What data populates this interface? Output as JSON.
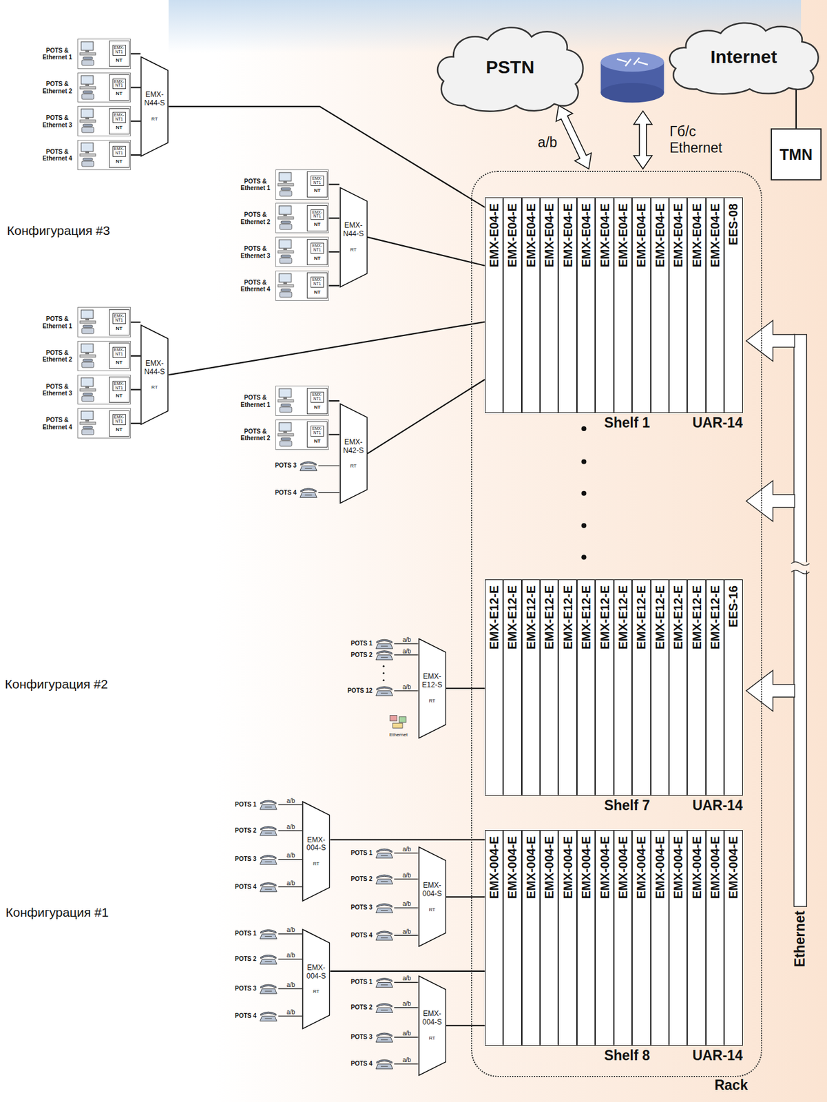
{
  "diagram": {
    "nodes": [
      {
        "text": [
          "PSTN"
        ]
      },
      {
        "text": [
          "Internet"
        ]
      },
      {
        "text": [
          "TMN"
        ]
      },
      {
        "text": [
          "Rack"
        ]
      },
      {
        "text": [
          "Shelf 1",
          "UAR-14"
        ],
        "in": 3
      },
      {
        "text": [
          "EMX-E04-E"
        ],
        "in": 4
      },
      {
        "text": [
          "EMX-E04-E"
        ],
        "in": 4
      },
      {
        "text": [
          "EMX-E04-E"
        ],
        "in": 4
      },
      {
        "text": [
          "EMX-E04-E"
        ],
        "in": 4
      },
      {
        "text": [
          "EMX-E04-E"
        ],
        "in": 4
      },
      {
        "text": [
          "EMX-E04-E"
        ],
        "in": 4
      },
      {
        "text": [
          "EMX-E04-E"
        ],
        "in": 4
      },
      {
        "text": [
          "EMX-E04-E"
        ],
        "in": 4
      },
      {
        "text": [
          "EMX-E04-E"
        ],
        "in": 4
      },
      {
        "text": [
          "EMX-E04-E"
        ],
        "in": 4
      },
      {
        "text": [
          "EMX-E04-E"
        ],
        "in": 4
      },
      {
        "text": [
          "EMX-E04-E"
        ],
        "in": 4
      },
      {
        "text": [
          "EMX-E04-E"
        ],
        "in": 4
      },
      {
        "text": [
          "EES-08"
        ],
        "in": 4
      },
      {
        "text": [
          "Shelf 7",
          "UAR-14"
        ],
        "in": 3
      },
      {
        "text": [
          "EMX-E12-E"
        ],
        "in": 19
      },
      {
        "text": [
          "EMX-E12-E"
        ],
        "in": 19
      },
      {
        "text": [
          "EMX-E12-E"
        ],
        "in": 19
      },
      {
        "text": [
          "EMX-E12-E"
        ],
        "in": 19
      },
      {
        "text": [
          "EMX-E12-E"
        ],
        "in": 19
      },
      {
        "text": [
          "EMX-E12-E"
        ],
        "in": 19
      },
      {
        "text": [
          "EMX-E12-E"
        ],
        "in": 19
      },
      {
        "text": [
          "EMX-E12-E"
        ],
        "in": 19
      },
      {
        "text": [
          "EMX-E12-E"
        ],
        "in": 19
      },
      {
        "text": [
          "EMX-E12-E"
        ],
        "in": 19
      },
      {
        "text": [
          "EMX-E12-E"
        ],
        "in": 19
      },
      {
        "text": [
          "EMX-E12-E"
        ],
        "in": 19
      },
      {
        "text": [
          "EMX-E12-E"
        ],
        "in": 19
      },
      {
        "text": [
          "EES-16"
        ],
        "in": 19
      },
      {
        "text": [
          "Shelf 8",
          "UAR-14"
        ],
        "in": 3
      },
      {
        "text": [
          "EMX-004-E"
        ],
        "in": 34
      },
      {
        "text": [
          "EMX-004-E"
        ],
        "in": 34
      },
      {
        "text": [
          "EMX-004-E"
        ],
        "in": 34
      },
      {
        "text": [
          "EMX-004-E"
        ],
        "in": 34
      },
      {
        "text": [
          "EMX-004-E"
        ],
        "in": 34
      },
      {
        "text": [
          "EMX-004-E"
        ],
        "in": 34
      },
      {
        "text": [
          "EMX-004-E"
        ],
        "in": 34
      },
      {
        "text": [
          "EMX-004-E"
        ],
        "in": 34
      },
      {
        "text": [
          "EMX-004-E"
        ],
        "in": 34
      },
      {
        "text": [
          "EMX-004-E"
        ],
        "in": 34
      },
      {
        "text": [
          "EMX-004-E"
        ],
        "in": 34
      },
      {
        "text": [
          "EMX-004-E"
        ],
        "in": 34
      },
      {
        "text": [
          "EMX-004-E"
        ],
        "in": 34
      },
      {
        "text": [
          "EMX-004-E"
        ],
        "in": 34
      },
      {
        "text": [
          "EMX-N44-S",
          "RT"
        ]
      },
      {
        "text": [
          "POTS & Ethernet 1"
        ]
      },
      {
        "text": [
          "EMX-NT1",
          "NT"
        ],
        "in": 50
      },
      {
        "text": [
          "POTS & Ethernet 2"
        ]
      },
      {
        "text": [
          "EMX-NT1",
          "NT"
        ],
        "in": 52
      },
      {
        "text": [
          "POTS & Ethernet 3"
        ]
      },
      {
        "text": [
          "EMX-NT1",
          "NT"
        ],
        "in": 54
      },
      {
        "text": [
          "POTS & Ethernet 4"
        ]
      },
      {
        "text": [
          "EMX-NT1",
          "NT"
        ],
        "in": 56
      },
      {
        "text": [
          "EMX-N44-S",
          "RT"
        ]
      },
      {
        "text": [
          "POTS & Ethernet 1"
        ]
      },
      {
        "text": [
          "EMX-NT1",
          "NT"
        ],
        "in": 59
      },
      {
        "text": [
          "POTS & Ethernet 2"
        ]
      },
      {
        "text": [
          "EMX-NT1",
          "NT"
        ],
        "in": 61
      },
      {
        "text": [
          "POTS & Ethernet 3"
        ]
      },
      {
        "text": [
          "EMX-NT1",
          "NT"
        ],
        "in": 63
      },
      {
        "text": [
          "POTS & Ethernet 4"
        ]
      },
      {
        "text": [
          "EMX-NT1",
          "NT"
        ],
        "in": 65
      },
      {
        "text": [
          "EMX-N44-S",
          "RT"
        ]
      },
      {
        "text": [
          "POTS & Ethernet 1"
        ]
      },
      {
        "text": [
          "EMX-NT1",
          "NT"
        ],
        "in": 68
      },
      {
        "text": [
          "POTS & Ethernet 2"
        ]
      },
      {
        "text": [
          "EMX-NT1",
          "NT"
        ],
        "in": 70
      },
      {
        "text": [
          "POTS & Ethernet 3"
        ]
      },
      {
        "text": [
          "EMX-NT1",
          "NT"
        ],
        "in": 72
      },
      {
        "text": [
          "POTS & Ethernet 4"
        ]
      },
      {
        "text": [
          "EMX-NT1",
          "NT"
        ],
        "in": 74
      },
      {
        "text": [
          "EMX-N42-S",
          "RT"
        ]
      },
      {
        "text": [
          "POTS & Ethernet 1"
        ]
      },
      {
        "text": [
          "EMX-NT1",
          "NT"
        ],
        "in": 77
      },
      {
        "text": [
          "POTS & Ethernet 2"
        ]
      },
      {
        "text": [
          "EMX-NT1",
          "NT"
        ],
        "in": 79
      },
      {
        "text": [
          "EMX-E12-S",
          "RT"
        ]
      },
      {
        "text": [
          "EMX-004-S",
          "RT"
        ]
      },
      {
        "text": [
          "EMX-004-S",
          "RT"
        ]
      },
      {
        "text": [
          "EMX-004-S",
          "RT"
        ]
      },
      {
        "text": [
          "EMX-004-S",
          "RT"
        ]
      }
    ],
    "edges": [
      {
        "from": 0,
        "to": 3,
        "label": "a/b",
        "arrow": "both"
      },
      {
        "from": 1,
        "to": 3,
        "label": "Гб/с Ethernet",
        "arrow": "both"
      },
      {
        "from": 2,
        "to": 1,
        "arrow": "none"
      },
      {
        "from": 50,
        "to": 49,
        "arrow": "none"
      },
      {
        "from": 52,
        "to": 49,
        "arrow": "none"
      },
      {
        "from": 54,
        "to": 49,
        "arrow": "none"
      },
      {
        "from": 56,
        "to": 49,
        "arrow": "none"
      },
      {
        "from": 59,
        "to": 58,
        "arrow": "none"
      },
      {
        "from": 61,
        "to": 58,
        "arrow": "none"
      },
      {
        "from": 63,
        "to": 58,
        "arrow": "none"
      },
      {
        "from": 65,
        "to": 58,
        "arrow": "none"
      },
      {
        "from": 68,
        "to": 67,
        "arrow": "none"
      },
      {
        "from": 70,
        "to": 67,
        "arrow": "none"
      },
      {
        "from": 72,
        "to": 67,
        "arrow": "none"
      },
      {
        "from": 74,
        "to": 67,
        "arrow": "none"
      },
      {
        "from": 77,
        "to": 76,
        "arrow": "none"
      },
      {
        "from": 79,
        "to": 76,
        "arrow": "none"
      },
      {
        "from": 49,
        "to": 5,
        "arrow": "none"
      },
      {
        "from": 58,
        "to": 5,
        "arrow": "none"
      },
      {
        "from": 67,
        "to": 5,
        "arrow": "none"
      },
      {
        "from": 76,
        "to": 5,
        "arrow": "none"
      },
      {
        "from": 81,
        "to": 20,
        "arrow": "none"
      },
      {
        "from": 82,
        "to": 35,
        "arrow": "none"
      },
      {
        "from": 83,
        "to": 35,
        "arrow": "none"
      },
      {
        "from": 84,
        "to": 35,
        "arrow": "none"
      },
      {
        "from": 85,
        "to": 35,
        "arrow": "none"
      }
    ],
    "labels": [
      "Конфигурация #3",
      "Конфигурация #2",
      "Конфигурация #1",
      "Ethernet",
      "POTS 3",
      "POTS 4",
      "POTS 1",
      "a/b",
      "POTS 2",
      "a/b",
      "POTS 12",
      "a/b",
      "Ethernet",
      "POTS 1",
      "a/b",
      "POTS 2",
      "a/b",
      "POTS 3",
      "a/b",
      "POTS 4",
      "a/b",
      "POTS 1",
      "a/b",
      "POTS 2",
      "a/b",
      "POTS 3",
      "a/b",
      "POTS 4",
      "a/b",
      "POTS 1",
      "a/b",
      "POTS 2",
      "a/b",
      "POTS 3",
      "a/b",
      "POTS 4",
      "a/b",
      "POTS 1",
      "a/b",
      "POTS 2",
      "a/b",
      "POTS 3",
      "a/b",
      "POTS 4",
      "a/b"
    ]
  }
}
